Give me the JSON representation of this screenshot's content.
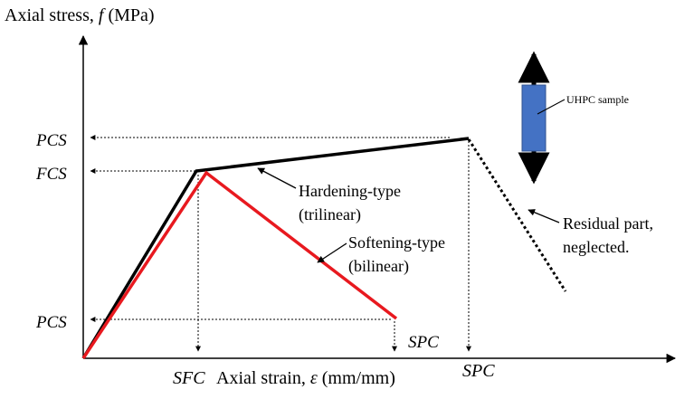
{
  "axes": {
    "y_label_prefix": "Axial stress, ",
    "y_label_symbol": "f",
    "y_label_unit": " (MPa)",
    "x_label_prefix": "Axial strain, ",
    "x_label_symbol": "ε",
    "x_label_unit": " (mm/mm)"
  },
  "y_ticks": {
    "pcs_top": "PCS",
    "fcs": "FCS",
    "pcs_bottom": "PCS"
  },
  "x_ticks": {
    "sfc": "SFC",
    "spc_bilinear": "SPC",
    "spc_trilinear": "SPC"
  },
  "curves": {
    "hardening_line1": "Hardening-type",
    "hardening_line2": "(trilinear)",
    "softening_line1": "Softening-type",
    "softening_line2": "(bilinear)",
    "residual_line1": "Residual part,",
    "residual_line2": "neglected."
  },
  "sample": {
    "label": "UHPC sample"
  },
  "colors": {
    "hardening": "#000000",
    "softening": "#e8191f",
    "sample_fill": "#4472c4",
    "sample_stroke": "#2f528f"
  }
}
